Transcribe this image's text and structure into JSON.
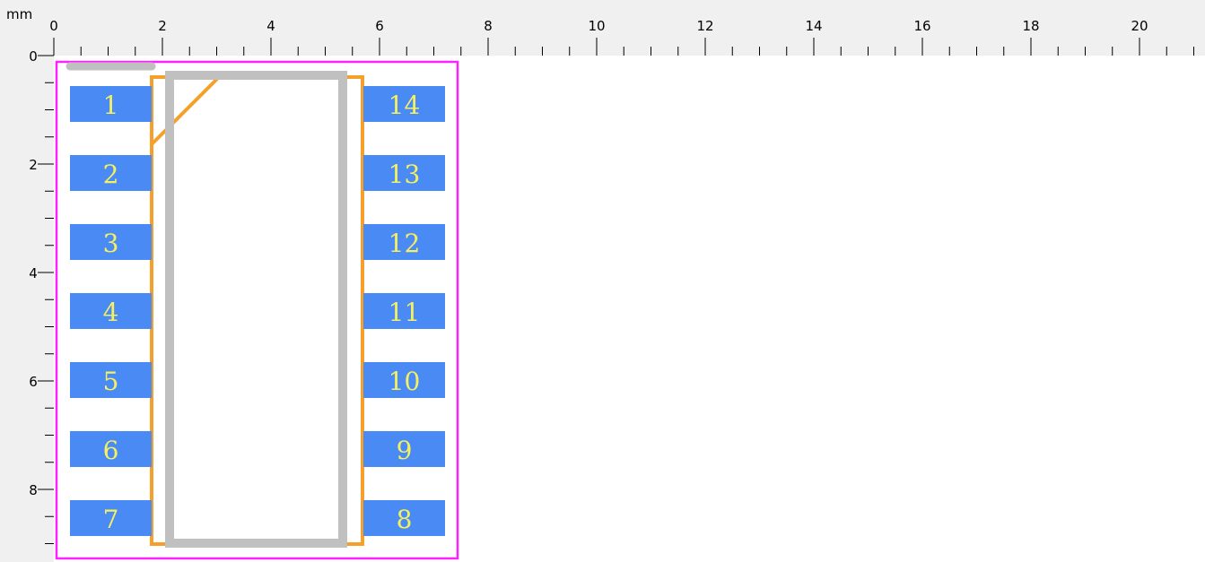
{
  "units": "mm",
  "ruler": {
    "horizontal_labels": [
      "0",
      "2",
      "4",
      "6",
      "8",
      "10",
      "12",
      "14",
      "16",
      "18",
      "20"
    ],
    "vertical_labels": [
      "0",
      "2",
      "4",
      "6",
      "8"
    ]
  },
  "footprint": {
    "pads_left": [
      "1",
      "2",
      "3",
      "4",
      "5",
      "6",
      "7"
    ],
    "pads_right": [
      "14",
      "13",
      "12",
      "11",
      "10",
      "9",
      "8"
    ]
  },
  "colors": {
    "ruler_bg": "#f0f0f0",
    "pad": "#4a8af4",
    "pad_text": "#f5f060",
    "outline_orange": "#f5a02a",
    "body_gray": "#c0c0c0",
    "courtyard_magenta": "#ff22ff",
    "canvas_bg": "#ffffff"
  }
}
